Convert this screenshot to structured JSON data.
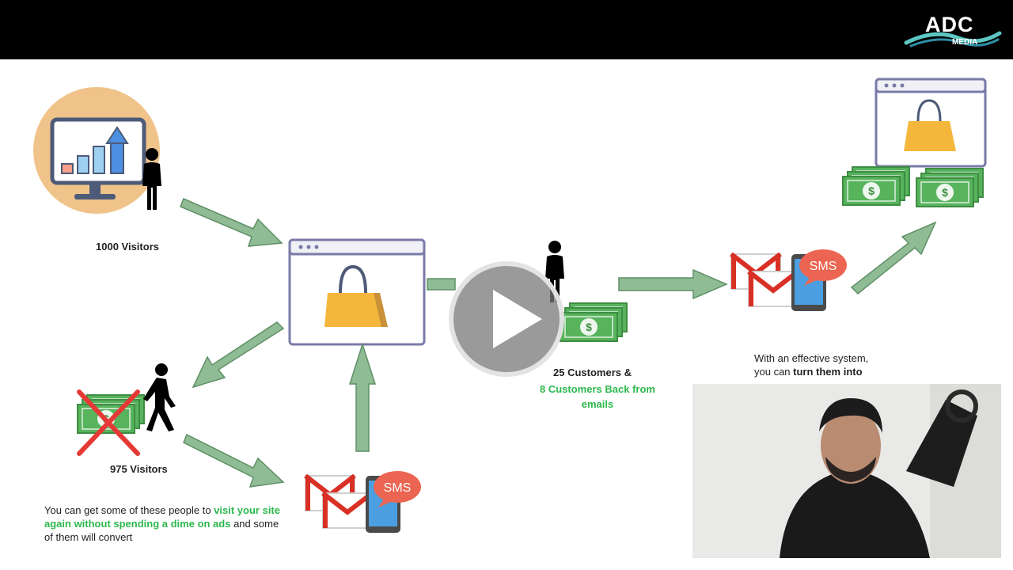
{
  "brand": {
    "logo_main": "ADC",
    "logo_sub": "MEDIA"
  },
  "slide": {
    "visitors_label": "1000 Visitors",
    "lost_visitors_label": "975 Visitors",
    "retarget_text": {
      "part1": "You can get some of these people to ",
      "highlight": "visit your site again without spending a dime on ads",
      "part2": " and some of them will convert"
    },
    "customers_line1": "25 Customers &",
    "customers_line2": "8 Customers Back from emails",
    "system_text": {
      "line1": "With an effective system,",
      "line2_plain": "you can ",
      "line2_bold": "turn them into"
    },
    "sms_label": "SMS",
    "currency_symbol": "$"
  },
  "player": {
    "play_label": "Play video"
  },
  "icons": [
    "analytics-monitor-icon",
    "person-icon",
    "online-store-icon",
    "shopping-bag-icon",
    "gmail-icon",
    "sms-phone-icon",
    "money-stack-icon",
    "crossed-out-money-icon",
    "walking-person-icon",
    "play-icon"
  ],
  "colors": {
    "arrow_green": "#8fbc94",
    "accent_green": "#2db84d",
    "bag_yellow": "#f4b73b",
    "circle_tan": "#f0c38a",
    "window_purple": "#7a7aa8",
    "cross_red": "#e53935",
    "money_green": "#57b35c"
  }
}
